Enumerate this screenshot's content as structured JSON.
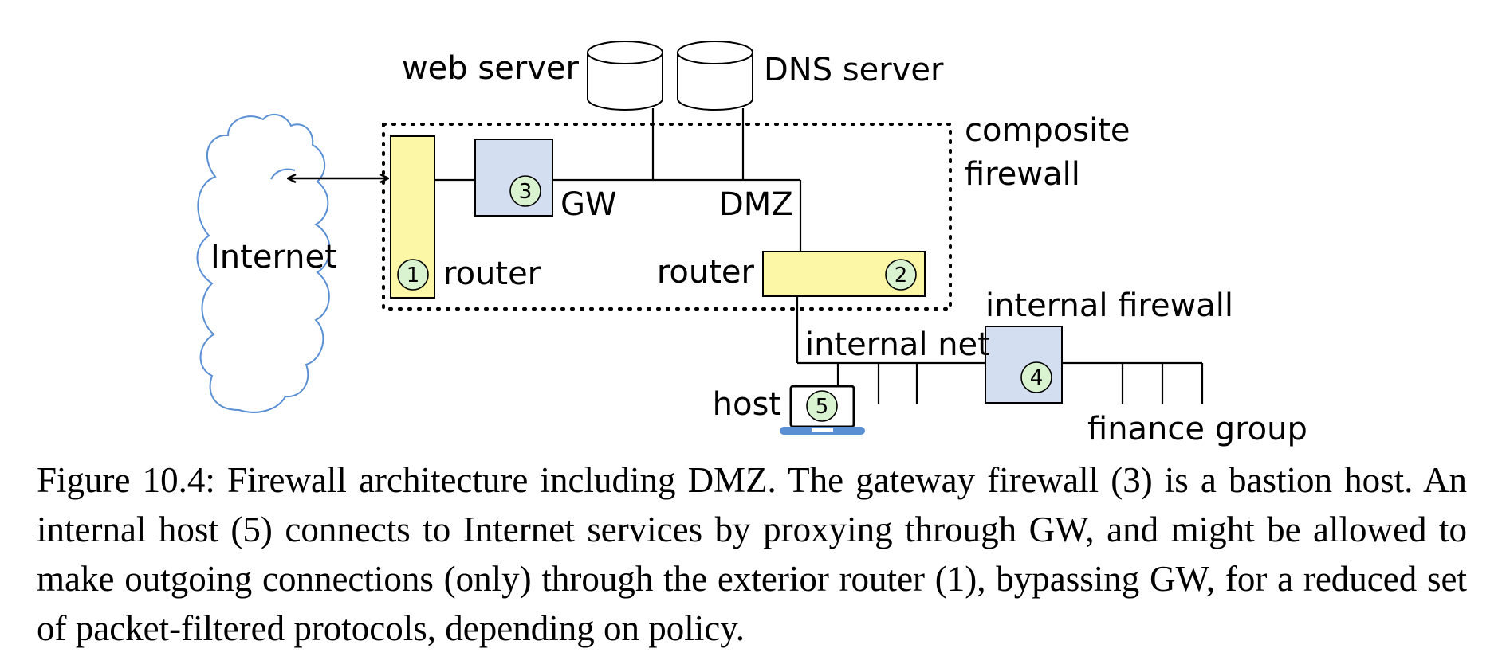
{
  "diagram": {
    "labels": {
      "web_server": "web server",
      "dns_server": "DNS server",
      "composite_firewall_line1": "composite",
      "composite_firewall_line2": "firewall",
      "internet": "Internet",
      "gw": "GW",
      "dmz": "DMZ",
      "router_exterior": "router",
      "router_interior": "router",
      "internal_firewall": "internal firewall",
      "internal_net": "internal net",
      "host": "host",
      "finance_group": "finance group"
    },
    "markers": {
      "router_exterior": "1",
      "router_interior": "2",
      "gateway": "3",
      "internal_firewall": "4",
      "host": "5"
    },
    "colors": {
      "router_fill": "#fbf7a6",
      "firewall_fill": "#d3dff0",
      "marker_fill": "#d9f2d0",
      "cloud_stroke": "#5b8fd4",
      "laptop_base": "#5b8fd4"
    }
  },
  "caption": "Figure 10.4: Firewall architecture including DMZ. The gateway firewall (3) is a bastion host. An internal host (5) connects to Internet services by proxying through GW, and might be allowed to make outgoing connections (only) through the exterior router (1), bypassing GW, for a reduced set of packet-filtered protocols, depending on policy."
}
